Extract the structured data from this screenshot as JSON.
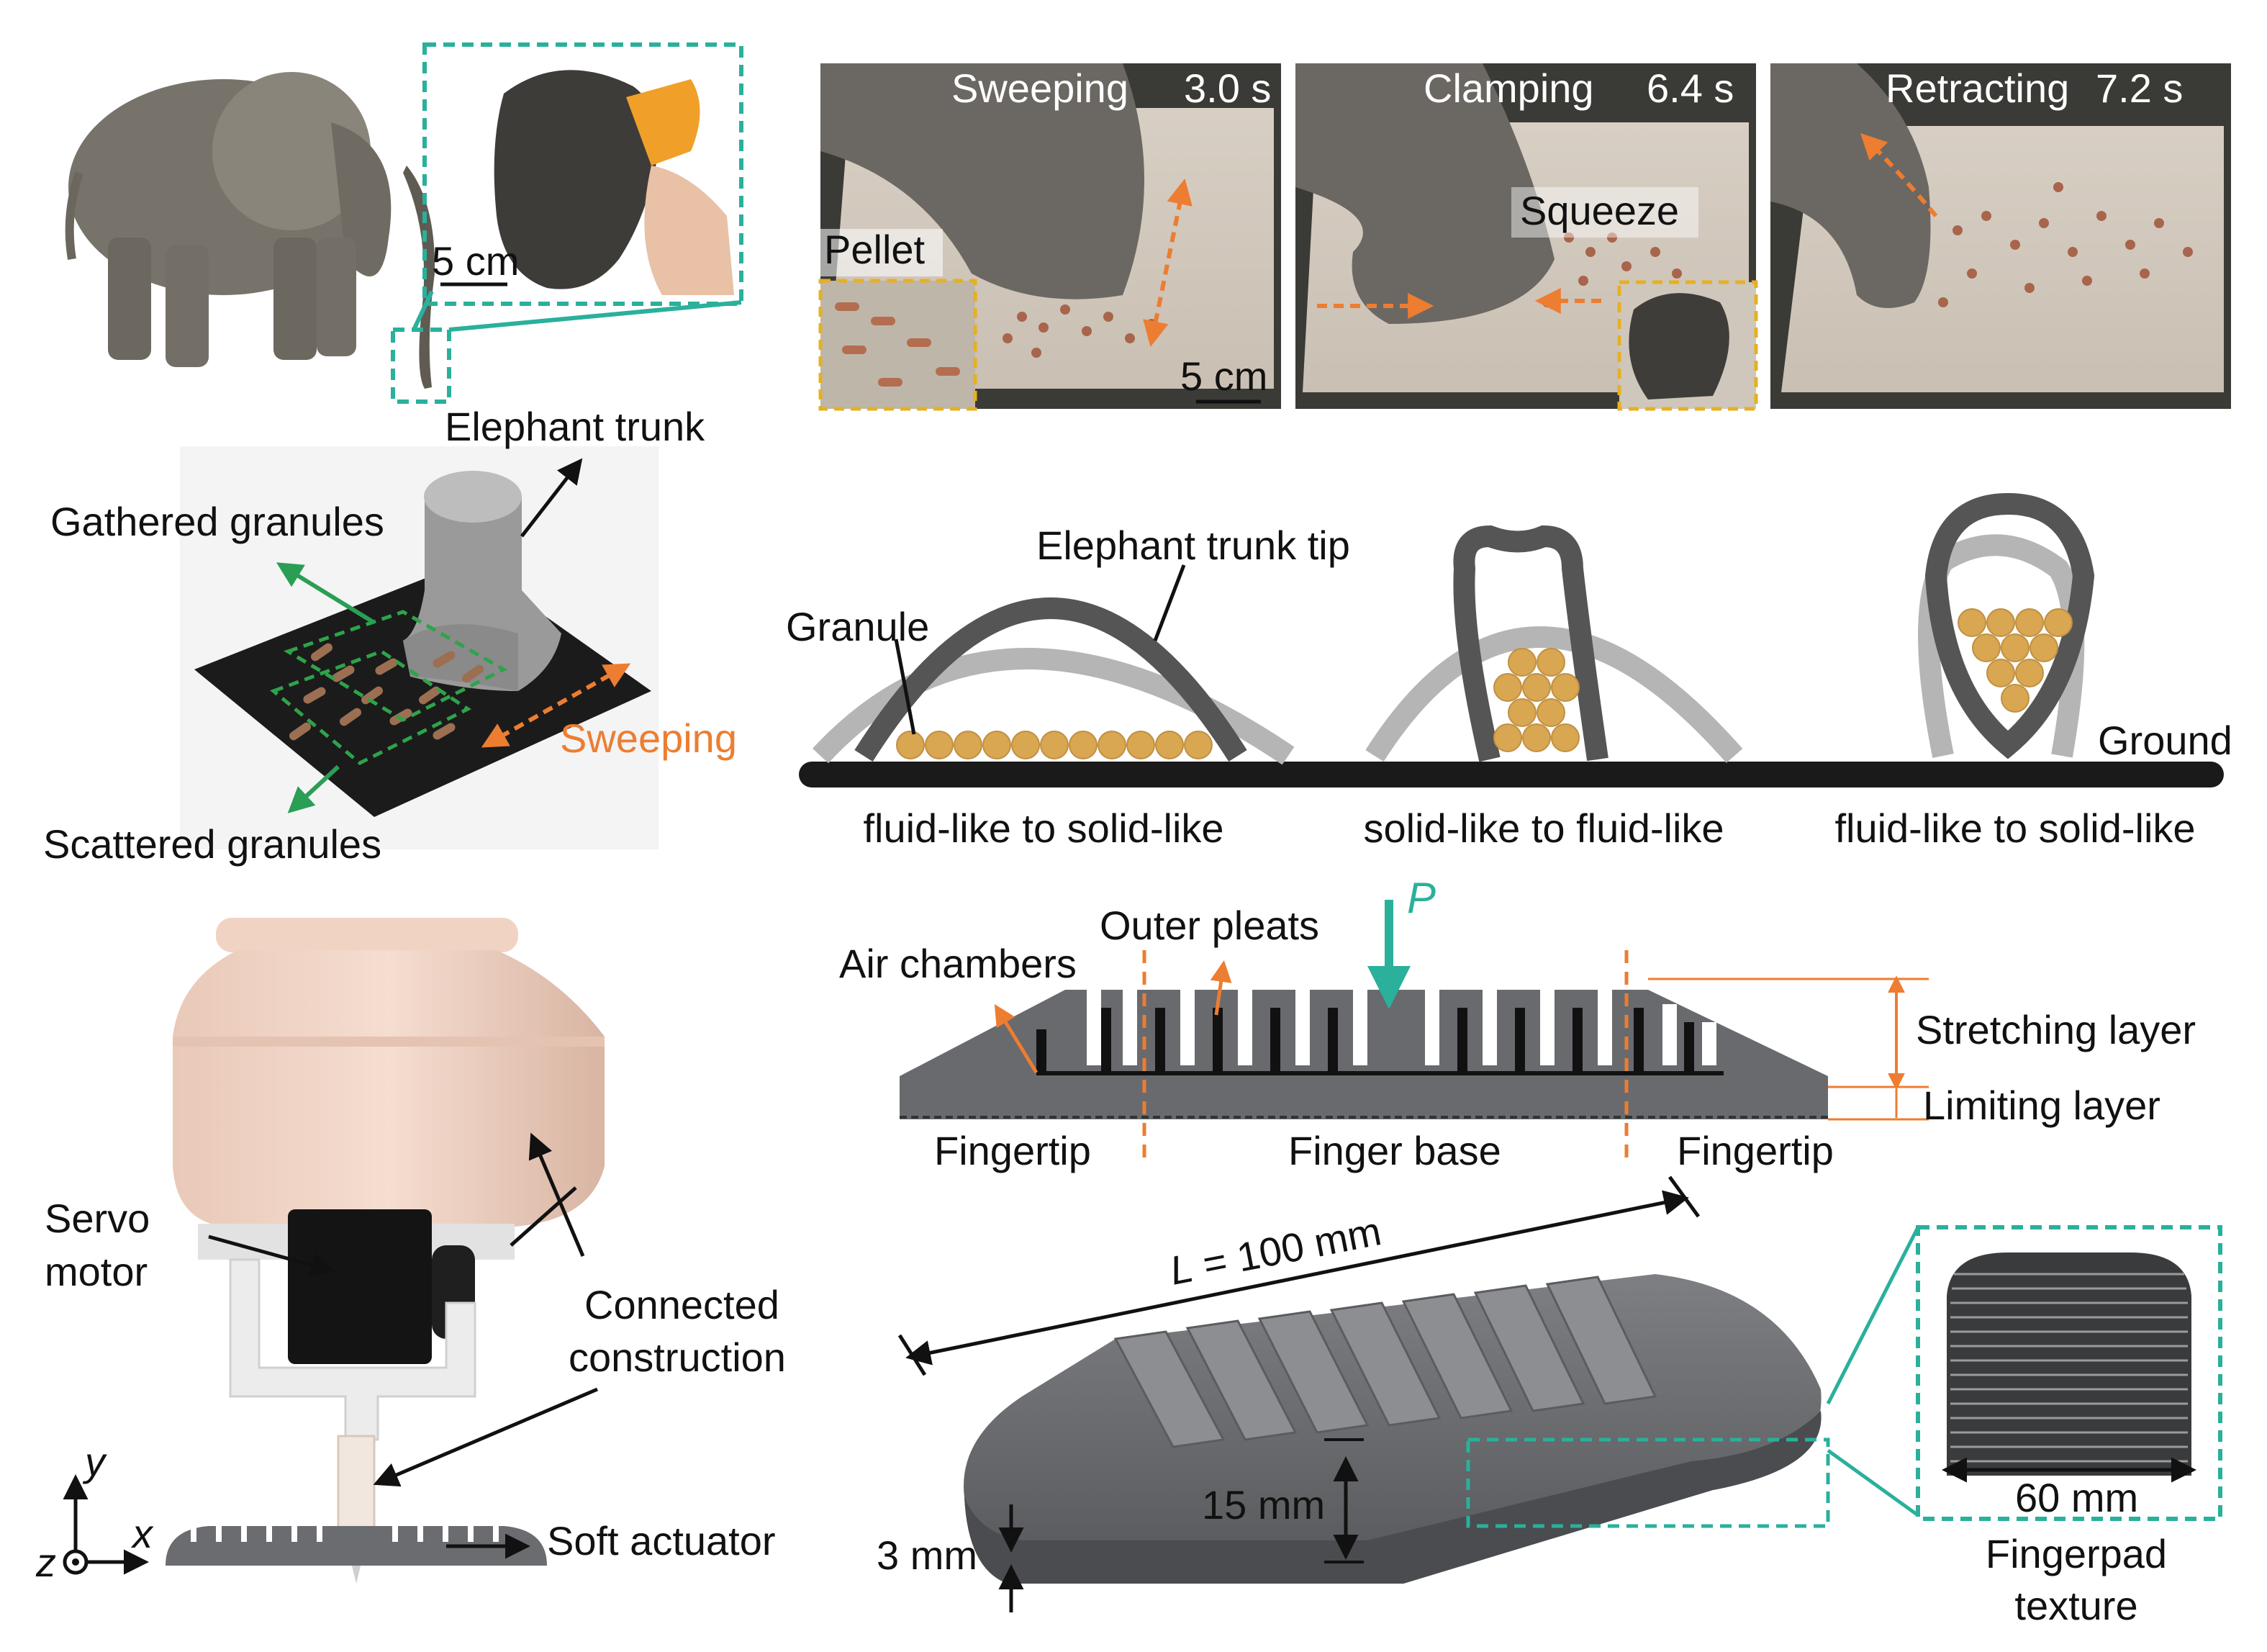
{
  "colors": {
    "teal": "#2ab09b",
    "orange": "#ed7d31",
    "granule": "#d9a651",
    "trunk_dark": "#555555",
    "trunk_light": "#b7b7b7",
    "actuator": "#6e7073",
    "ground": "#1a1a1a"
  },
  "panel_a": {
    "scale_bar": "5 cm"
  },
  "panel_b": {
    "frames": [
      {
        "action": "Sweeping",
        "time": "3.0 s"
      },
      {
        "action": "Clamping",
        "time": "6.4 s"
      },
      {
        "action": "Retracting",
        "time": "7.2 s"
      }
    ],
    "pellet_label": "Pellet",
    "squeeze_label": "Squeeze",
    "scale_bar": "5 cm"
  },
  "panel_c": {
    "elephant_trunk": "Elephant trunk",
    "gathered": "Gathered granules",
    "scattered": "Scattered granules",
    "sweeping": "Sweeping"
  },
  "panel_d": {
    "trunk_tip": "Elephant trunk tip",
    "granule": "Granule",
    "ground": "Ground",
    "transitions": [
      "fluid-like to solid-like",
      "solid-like to fluid-like",
      "fluid-like to solid-like"
    ]
  },
  "panel_e": {
    "servo_line1": "Servo",
    "servo_line2": "motor",
    "connected_line1": "Connected",
    "connected_line2": "construction",
    "soft_actuator": "Soft actuator",
    "axis_y": "y",
    "axis_x": "x",
    "axis_z": "z"
  },
  "panel_f": {
    "outer_pleats": "Outer pleats",
    "air_chambers": "Air chambers",
    "pressure": "P",
    "stretching": "Stretching layer",
    "limiting": "Limiting layer",
    "fingertip_left": "Fingertip",
    "finger_base": "Finger base",
    "fingertip_right": "Fingertip"
  },
  "panel_g": {
    "length_var": "L",
    "length_rest": " = 100 mm",
    "height": "15 mm",
    "thickness": "3 mm",
    "pad_width": "60 mm",
    "texture_line1": "Fingerpad",
    "texture_line2": "texture"
  }
}
